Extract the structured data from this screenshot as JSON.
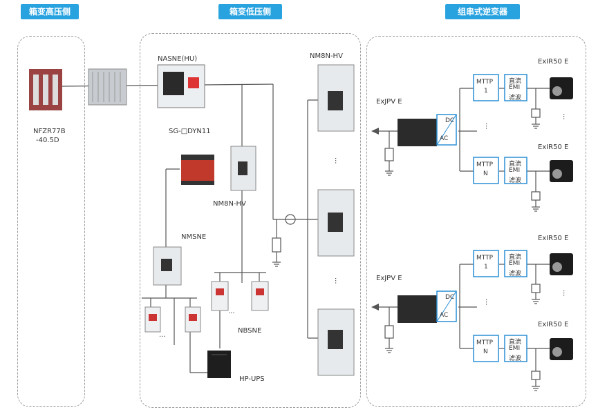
{
  "colors": {
    "header_bg": "#29a3e0",
    "box_stroke": "#2a8fd6",
    "line": "#555555",
    "dashed": "#9a9a9a"
  },
  "headers": {
    "hv": "箱变高压侧",
    "lv": "箱变低压侧",
    "inv": "组串式逆变器"
  },
  "hv": {
    "switchgear_name_line1": "NFZR77B",
    "switchgear_name_line2": "-40.5D"
  },
  "lv": {
    "main_breaker": "NASNE(HU)",
    "main_breaker_line2": "SG-□DYN11",
    "feeder_breaker": "NM8N-HV",
    "aux_breaker": "NM8N-HV",
    "mcb_group_label": "NMSNE",
    "branch_label": "NBSNE",
    "ups_label": "HP-UPS",
    "ellipsis": "..."
  },
  "inverters": {
    "top": {
      "name": "ExJPV E",
      "dcac_top": "DC",
      "dcac_bottom": "AC",
      "pv_label": "ExIR50 E",
      "mppt1": [
        "MTTP",
        "1"
      ],
      "mpptn": [
        "MTTP",
        "N"
      ],
      "emi": [
        "直流",
        "EMI",
        "滤波"
      ]
    },
    "bottom": {
      "name": "ExJPV E",
      "dcac_top": "DC",
      "dcac_bottom": "AC",
      "pv_label": "ExIR50 E",
      "mppt1": [
        "MTTP",
        "1"
      ],
      "mpptn": [
        "MTTP",
        "N"
      ],
      "emi": [
        "直流",
        "EMI",
        "滤波"
      ]
    }
  }
}
